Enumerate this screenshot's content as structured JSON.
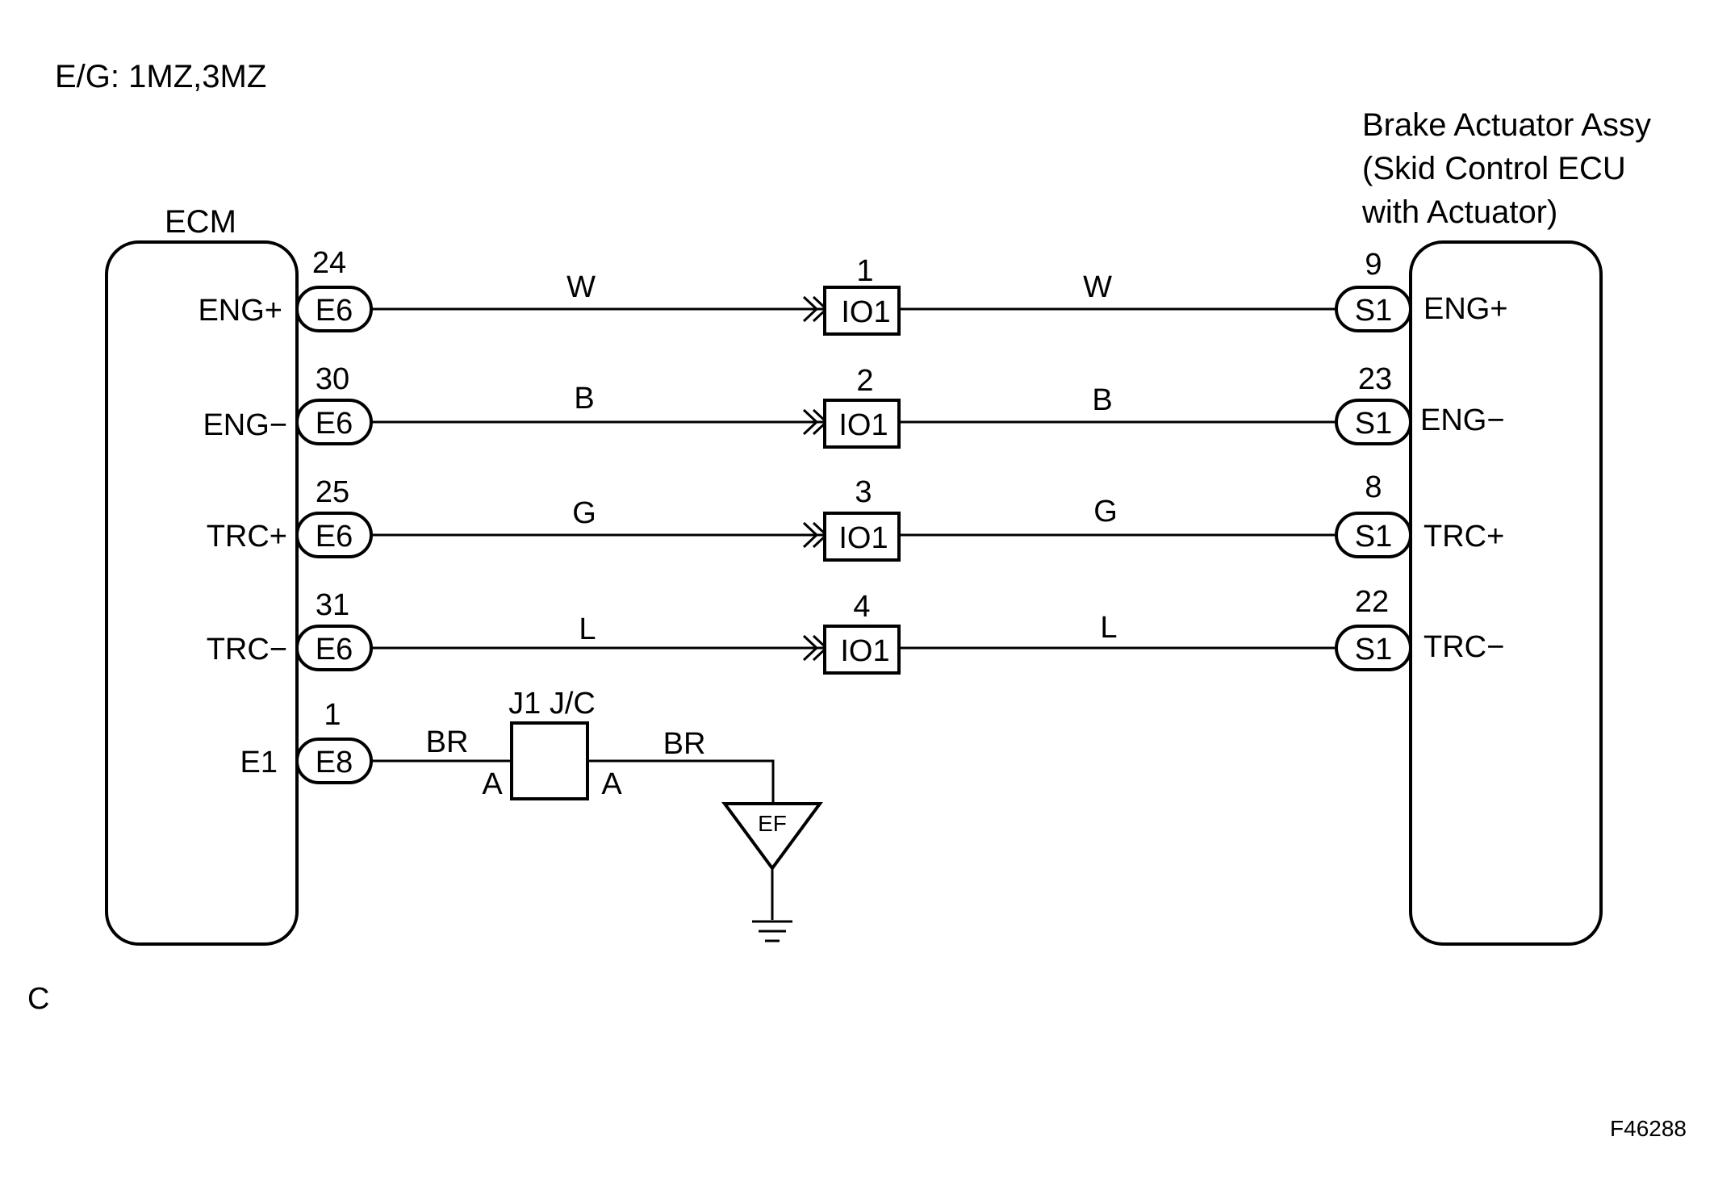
{
  "engine": "E/G: 1MZ,3MZ",
  "ecm": {
    "title": "ECM"
  },
  "actuator": {
    "title_lines": [
      "Brake Actuator Assy",
      "(Skid Control ECU",
      "with Actuator)"
    ]
  },
  "circuits": [
    {
      "ecm_terminal": "ENG+",
      "ecm_pin": "24",
      "ecm_connector": "E6",
      "wire1": "W",
      "junction_pin": "1",
      "junction": "IO1",
      "wire2": "W",
      "act_pin": "9",
      "act_connector": "S1",
      "act_terminal": "ENG+"
    },
    {
      "ecm_terminal": "ENG−",
      "ecm_pin": "30",
      "ecm_connector": "E6",
      "wire1": "B",
      "junction_pin": "2",
      "junction": "IO1",
      "wire2": "B",
      "act_pin": "23",
      "act_connector": "S1",
      "act_terminal": "ENG−"
    },
    {
      "ecm_terminal": "TRC+",
      "ecm_pin": "25",
      "ecm_connector": "E6",
      "wire1": "G",
      "junction_pin": "3",
      "junction": "IO1",
      "wire2": "G",
      "act_pin": "8",
      "act_connector": "S1",
      "act_terminal": "TRC+"
    },
    {
      "ecm_terminal": "TRC−",
      "ecm_pin": "31",
      "ecm_connector": "E6",
      "wire1": "L",
      "junction_pin": "4",
      "junction": "IO1",
      "wire2": "L",
      "act_pin": "22",
      "act_connector": "S1",
      "act_terminal": "TRC−"
    }
  ],
  "ground": {
    "ecm_terminal": "E1",
    "ecm_pin": "1",
    "ecm_connector": "E8",
    "wire1": "BR",
    "jc_label": "J1 J/C",
    "jc_in": "A",
    "jc_out": "A",
    "wire2": "BR",
    "ground_point": "EF"
  },
  "footer": {
    "left_mark": "C",
    "figure_id": "F46288"
  }
}
